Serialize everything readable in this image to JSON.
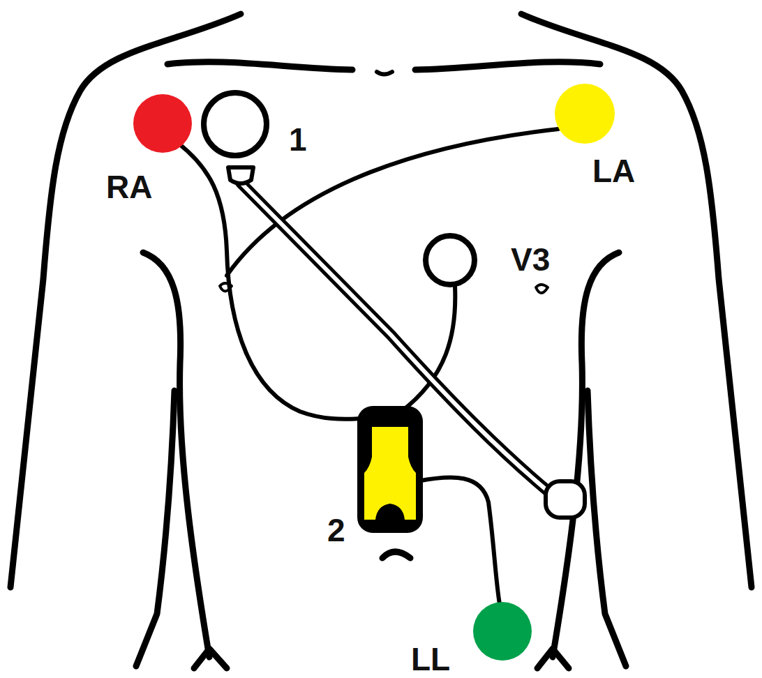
{
  "diagram": {
    "labels": [
      "RA",
      "1",
      "LA",
      "V3",
      "2",
      "LL"
    ]
  }
}
